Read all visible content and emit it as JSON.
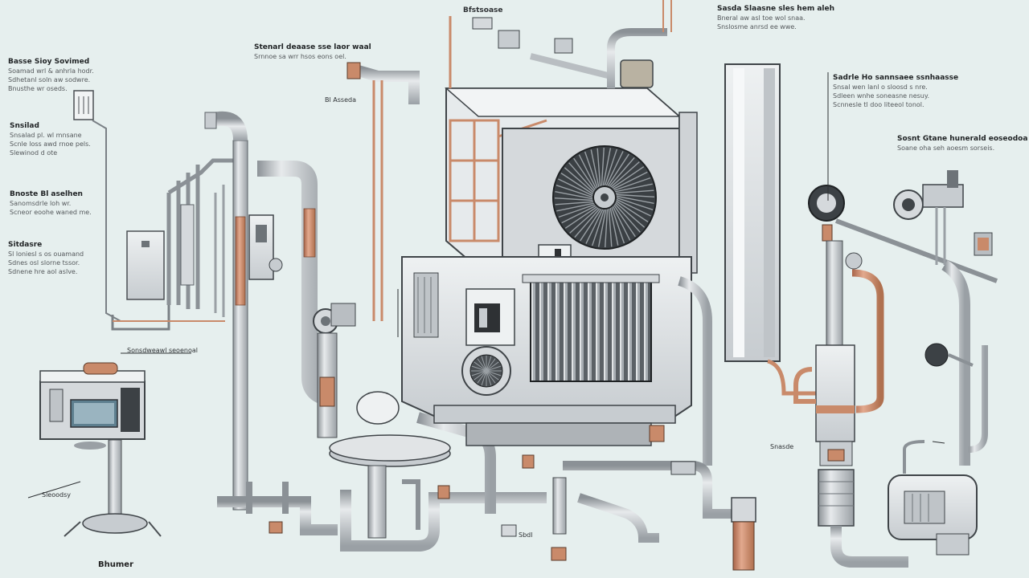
{
  "diagram": {
    "colors": {
      "background": "#e6efee",
      "pipe": "#b9bec2",
      "pipe_dark": "#6d7378",
      "copper": "#c98a6a",
      "steel": "#d5d9dc",
      "ink": "#2e3134"
    }
  },
  "callouts": [
    {
      "id": "top-left-a",
      "lines": [
        "Basse Sioy Sovimed",
        "Soamad wrl & anhrla hodr.",
        "Sdhetanl soln aw sodwre.",
        "Bnusthe wr oseds."
      ]
    },
    {
      "id": "mid-left-a",
      "lines": [
        "Snsilad",
        "Snsalad pl. wl mnsane",
        "Scnle loss awd rnoe pels.",
        "Slewinod d ote"
      ]
    },
    {
      "id": "mid-left-b",
      "lines": [
        "Bnoste Bl aselhen",
        "Sanomsdrle loh wr.",
        "Scneor eoohe waned me."
      ]
    },
    {
      "id": "mid-left-c",
      "lines": [
        "Sitdasre",
        "Sl loniesl s os ouamand",
        "Sdnes osl slorne tssor.",
        "Sdnene hre aol aslve."
      ]
    },
    {
      "id": "top-center-a",
      "lines": [
        "Stenarl deaase sse laor waal",
        "Srnnoe sa wrr hsos eons oel."
      ]
    },
    {
      "id": "top-right-a",
      "lines": [
        "Sasda Slaasne sles hem aleh",
        "Bneral aw asl toe wol snaa.",
        "Snslosme anrsd ee wwe."
      ]
    },
    {
      "id": "right-a",
      "lines": [
        "Sadrle Ho sannsaee ssnhaasse",
        "Snsal wen lanl o sloosd s nre.",
        "Sdleen wnhe soneasne nesuy.",
        "Scnnesle tl doo liteeol tonol."
      ]
    },
    {
      "id": "right-b",
      "lines": [
        "Sosnt Gtane hunerald eoseodoa",
        "Soane oha seh aoesm sorseis."
      ]
    }
  ],
  "labels": {
    "top_center_tag": "Bfstsoase",
    "valve_tag": "Bl Asseda",
    "control_tag": "Sonsdweawl seoenoal",
    "right_mid_tag": "Snasde",
    "bottom_left_tag": "Sleoodsy",
    "bottom_center_tag": "Sbdl",
    "bottom_left_name": "Bhumer"
  }
}
